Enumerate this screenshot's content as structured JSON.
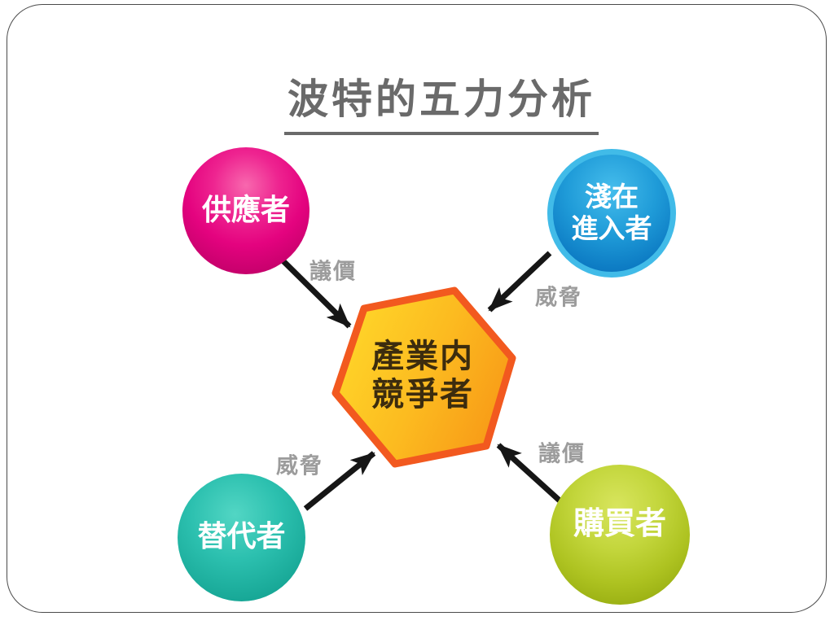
{
  "title": "波特的五力分析",
  "hexagon": {
    "line1": "產業内",
    "line2": "競爭者",
    "fill_start": "#ffd92a",
    "fill_end": "#f89b17",
    "border_color": "#f2591f",
    "text_color": "#3c2c0e"
  },
  "forces": {
    "suppliers": {
      "label": "供應者",
      "color": "#e4037f",
      "arrow_label": "議價"
    },
    "entrants": {
      "line1": "淺在",
      "line2": "進入者",
      "color": "#1287cc",
      "arrow_label": "威脅"
    },
    "substitutes": {
      "label": "替代者",
      "color": "#1fb3a2",
      "arrow_label": "威脅"
    },
    "buyers": {
      "label": "購買者",
      "color": "#aec321",
      "arrow_label": "議價"
    }
  },
  "colors": {
    "title_text": "#6a6a6a",
    "arrow": "#161616",
    "arrow_label_text": "#9c9c9c",
    "frame_border": "#4b4b4b",
    "background": "#ffffff"
  }
}
